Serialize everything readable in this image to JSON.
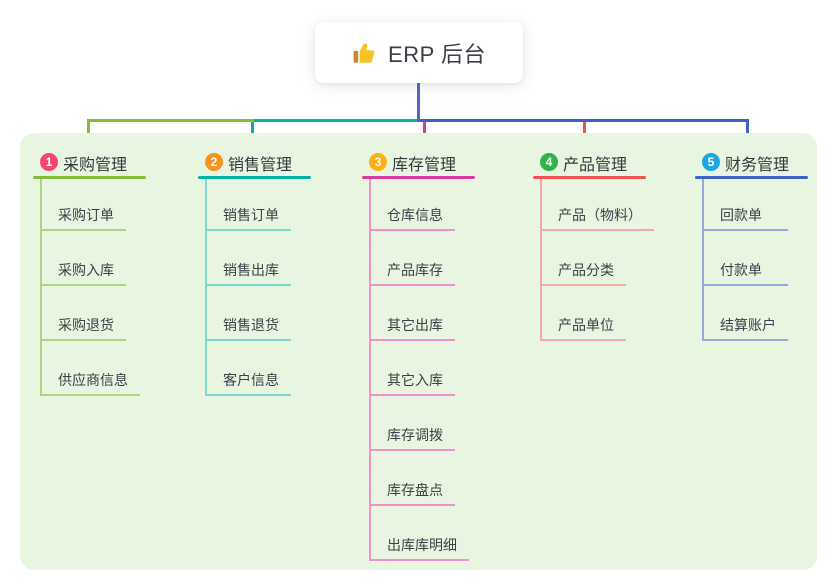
{
  "root": {
    "title": "ERP 后台",
    "icon": "thumbs-up-icon",
    "connector_color": "#5065c5"
  },
  "branches": [
    {
      "number": "1",
      "label": "采购管理",
      "badge_color": "#f5476b",
      "color_main": "#84bb3d",
      "color_light": "#abd67f",
      "items": [
        "采购订单",
        "采购入库",
        "采购退货",
        "供应商信息"
      ]
    },
    {
      "number": "2",
      "label": "销售管理",
      "badge_color": "#f7941e",
      "color_main": "#00b1a4",
      "color_light": "#7fd8d0",
      "items": [
        "销售订单",
        "销售出库",
        "销售退货",
        "客户信息"
      ]
    },
    {
      "number": "3",
      "label": "库存管理",
      "badge_color": "#fbb118",
      "color_main": "#d9399e",
      "color_light": "#f190cd",
      "items": [
        "仓库信息",
        "产品库存",
        "其它出库",
        "其它入库",
        "库存调拨",
        "库存盘点",
        "出库库明细"
      ]
    },
    {
      "number": "4",
      "label": "产品管理",
      "badge_color": "#2fb34a",
      "color_main": "#f05152",
      "color_light": "#f7a8a6",
      "items": [
        "产品（物料）",
        "产品分类",
        "产品单位"
      ]
    },
    {
      "number": "5",
      "label": "财务管理",
      "badge_color": "#1ea6e2",
      "color_main": "#3a64c6",
      "color_light": "#94a8de",
      "items": [
        "回款单",
        "付款单",
        "结算账户"
      ]
    }
  ],
  "panel_color": "#e8f5e1"
}
